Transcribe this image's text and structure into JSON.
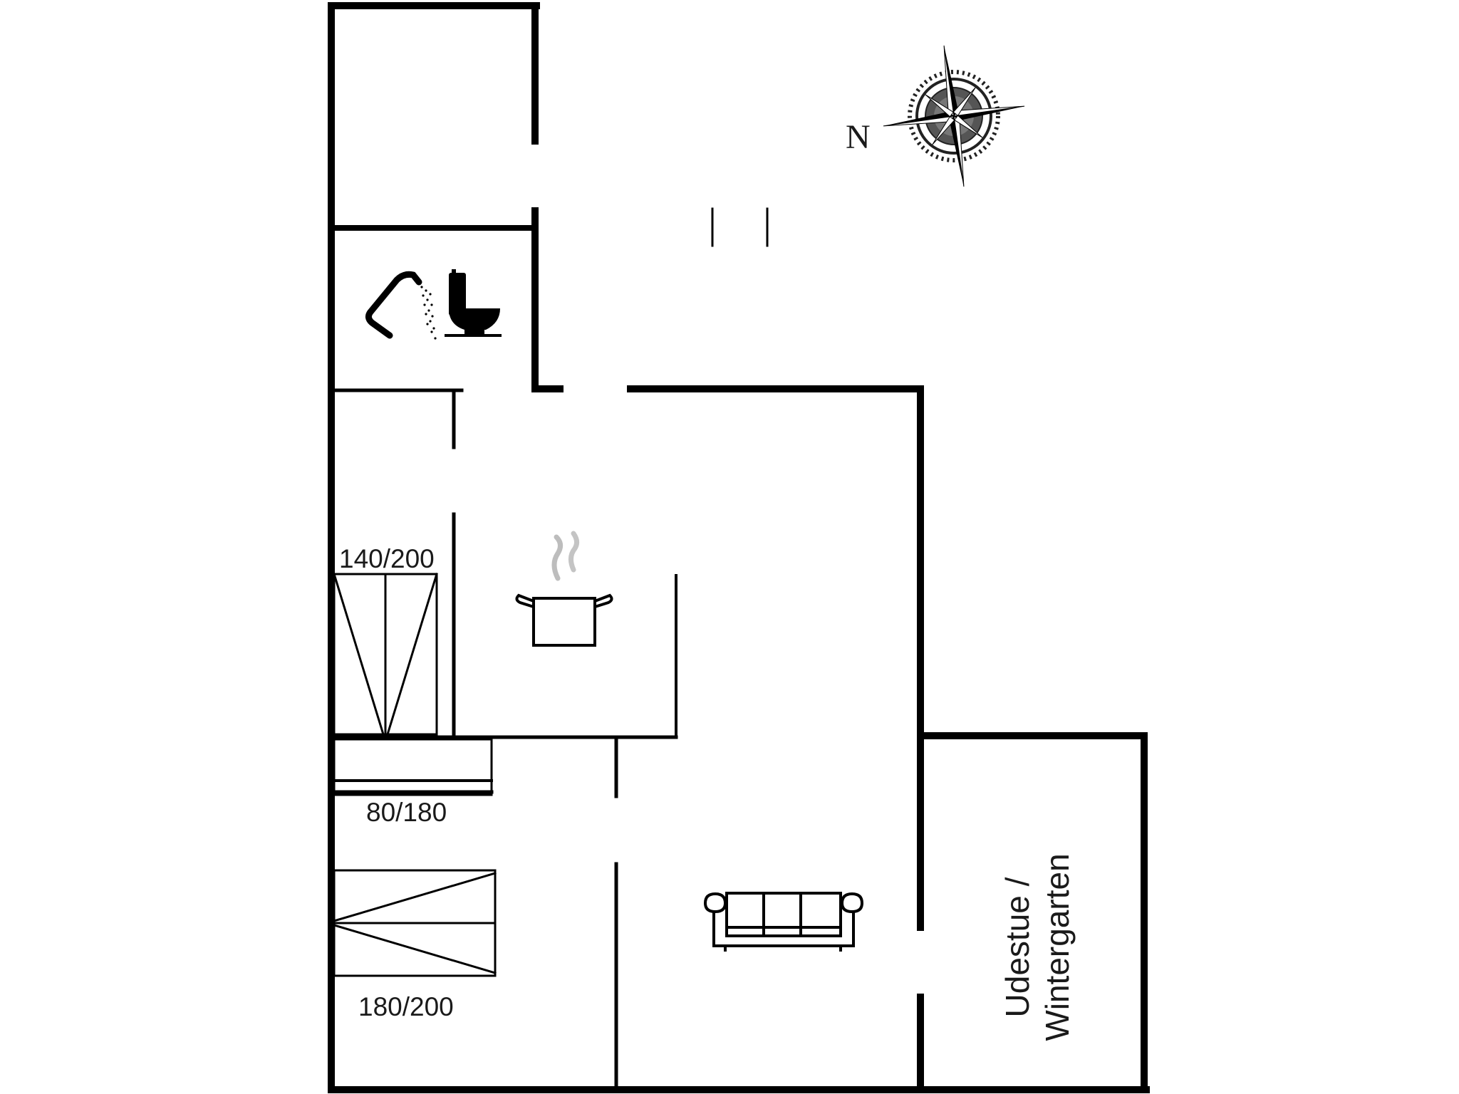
{
  "floorplan": {
    "compass": {
      "north_label": "N"
    },
    "rooms": {
      "annex_label_line1": "Udestue /",
      "annex_label_line2": "Wintergarten"
    },
    "beds": [
      {
        "label": "140/200",
        "type": "double-bed-vertical"
      },
      {
        "label": "80/180",
        "type": "single-bed"
      },
      {
        "label": "180/200",
        "type": "double-bed-horizontal"
      }
    ],
    "icons": [
      "shower-icon",
      "toilet-icon",
      "cooking-pot-icon",
      "sofa-icon",
      "compass-rose-icon"
    ],
    "colors": {
      "wall": "#000000",
      "background": "#ffffff",
      "steam": "#b8b8b8"
    }
  }
}
